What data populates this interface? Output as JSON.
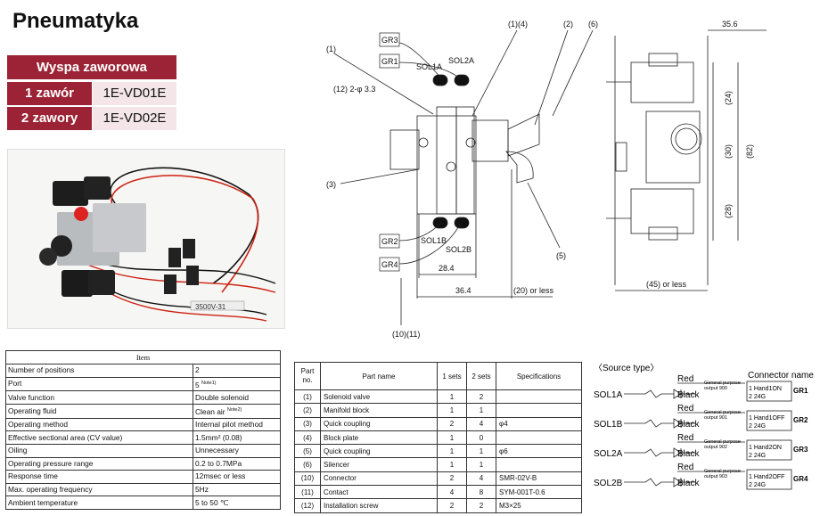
{
  "title": "Pneumatyka",
  "island": {
    "header": "Wyspa zaworowa",
    "rows": [
      {
        "label": "1 zawór",
        "code": "1E-VD01E"
      },
      {
        "label": "2 zawory",
        "code": "1E-VD02E"
      }
    ]
  },
  "photo": {
    "cable_label": "3500V-31"
  },
  "spec_table": {
    "header": "Item",
    "rows": [
      {
        "name": "Number of positions",
        "value": "2"
      },
      {
        "name": "Port",
        "value": "5",
        "note": "Note1)"
      },
      {
        "name": "Valve function",
        "value": "Double solenoid"
      },
      {
        "name": "Operating fluid",
        "value": "Clean air",
        "note": "Note2)"
      },
      {
        "name": "Operating method",
        "value": "Internal pilot method"
      },
      {
        "name": "Effective sectional area (CV value)",
        "value": "1.5mm² (0.08)"
      },
      {
        "name": "Oiling",
        "value": "Unnecessary"
      },
      {
        "name": "Operating pressure range",
        "value": "0.2 to 0.7MPa"
      },
      {
        "name": "Response time",
        "value": "12msec or less"
      },
      {
        "name": "Max. operating frequency",
        "value": "5Hz"
      },
      {
        "name": "Ambient temperature",
        "value": "5 to 50 ℃"
      }
    ]
  },
  "parts_table": {
    "headers": {
      "no": "Part no.",
      "name": "Part name",
      "one": "1 sets",
      "two": "2 sets",
      "spec": "Specifications"
    },
    "rows": [
      {
        "no": "(1)",
        "name": "Solenoid valve",
        "one": "1",
        "two": "2",
        "spec": ""
      },
      {
        "no": "(2)",
        "name": "Manifold block",
        "one": "1",
        "two": "1",
        "spec": ""
      },
      {
        "no": "(3)",
        "name": "Quick coupling",
        "one": "2",
        "two": "4",
        "spec": "φ4"
      },
      {
        "no": "(4)",
        "name": "Block plate",
        "one": "1",
        "two": "0",
        "spec": ""
      },
      {
        "no": "(5)",
        "name": "Quick coupling",
        "one": "1",
        "two": "1",
        "spec": "φ6"
      },
      {
        "no": "(6)",
        "name": "Silencer",
        "one": "1",
        "two": "1",
        "spec": ""
      },
      {
        "no": "(10)",
        "name": "Connector",
        "one": "2",
        "two": "4",
        "spec": "SMR-02V-B"
      },
      {
        "no": "(11)",
        "name": "Contact",
        "one": "4",
        "two": "8",
        "spec": "SYM-001T-0.6"
      },
      {
        "no": "(12)",
        "name": "Installation screw",
        "one": "2",
        "two": "2",
        "spec": "M3×25"
      }
    ]
  },
  "drawing": {
    "labels": {
      "gr3": "GR3",
      "gr1": "GR1",
      "gr2": "GR2",
      "gr4": "GR4",
      "sol1a": "SOL1A",
      "sol2a": "SOL2A",
      "sol1b": "SOL1B",
      "sol2b": "SOL2B",
      "p1": "(1)",
      "p14": "(1)(4)",
      "p2": "(2)",
      "p6": "(6)",
      "p12": "(12) 2-φ 3.3",
      "p3": "(3)",
      "p5": "(5)",
      "p1011": "(10)(11)",
      "d284": "28.4",
      "d364": "36.4",
      "d20": "(20) or less",
      "d356": "35.6",
      "d24": "(24)",
      "d30": "(30)",
      "d82": "(82)",
      "d28": "(28)",
      "d45": "(45) or less"
    }
  },
  "source": {
    "title": "〈Source type〉",
    "connector_title": "Connector name",
    "rows": [
      {
        "sol": "SOL1A",
        "output": "output 900",
        "pin1": "1 Hand1ON",
        "gr": "GR1"
      },
      {
        "sol": "SOL1B",
        "output": "output 901",
        "pin1": "1 Hand1OFF",
        "gr": "GR2"
      },
      {
        "sol": "SOL2A",
        "output": "output 902",
        "pin1": "1 Hand2ON",
        "gr": "GR3"
      },
      {
        "sol": "SOL2B",
        "output": "output 903",
        "pin1": "1 Hand2OFF",
        "gr": "GR4"
      }
    ],
    "red": "Red",
    "black": "Black",
    "general": "General purpose",
    "pin2": "2 24G"
  }
}
